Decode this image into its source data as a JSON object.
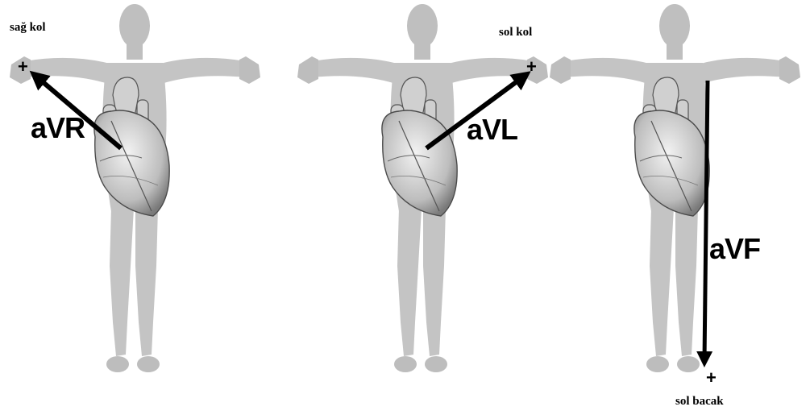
{
  "panels": [
    {
      "lead": "aVR",
      "limb": "sağ kol",
      "sign": "+"
    },
    {
      "lead": "aVL",
      "limb": "sol kol",
      "sign": "+"
    },
    {
      "lead": "aVF",
      "limb": "sol bacak",
      "sign": "+"
    }
  ]
}
